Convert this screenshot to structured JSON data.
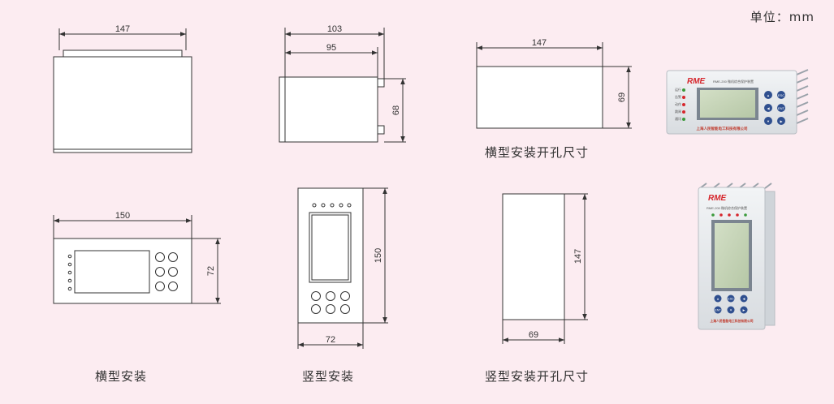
{
  "unit_label": "单位：mm",
  "captions": {
    "horizontal_cutout": "横型安装开孔尺寸",
    "horizontal_mount": "横型安装",
    "vertical_mount": "竖型安装",
    "vertical_cutout": "竖型安装开孔尺寸"
  },
  "dimensions": {
    "h_side_width": "147",
    "depth_total": "103",
    "depth_body": "95",
    "depth_height": "68",
    "h_cutout_width": "147",
    "h_cutout_height": "69",
    "h_front_width": "150",
    "h_front_height": "72",
    "v_front_height": "150",
    "v_front_width": "72",
    "v_cutout_height": "147",
    "v_cutout_width": "69"
  },
  "device": {
    "brand": "RME",
    "model_text": "RME-200 微机综合保护装置",
    "company_text": "上海人民智能电工科技有限公司",
    "indicator_labels": [
      "运行",
      "告警",
      "动作",
      "跳闸",
      "通讯"
    ],
    "key_labels": [
      "▲",
      "ESC",
      "◀",
      "ENT",
      "▼",
      "▶"
    ]
  },
  "colors": {
    "background": "#fcecf1",
    "line": "#333333",
    "device_panel": "#e6e9ec",
    "lcd": "#c9d7bd",
    "key": "#2f4f8f",
    "brand_red": "#d6262c"
  }
}
